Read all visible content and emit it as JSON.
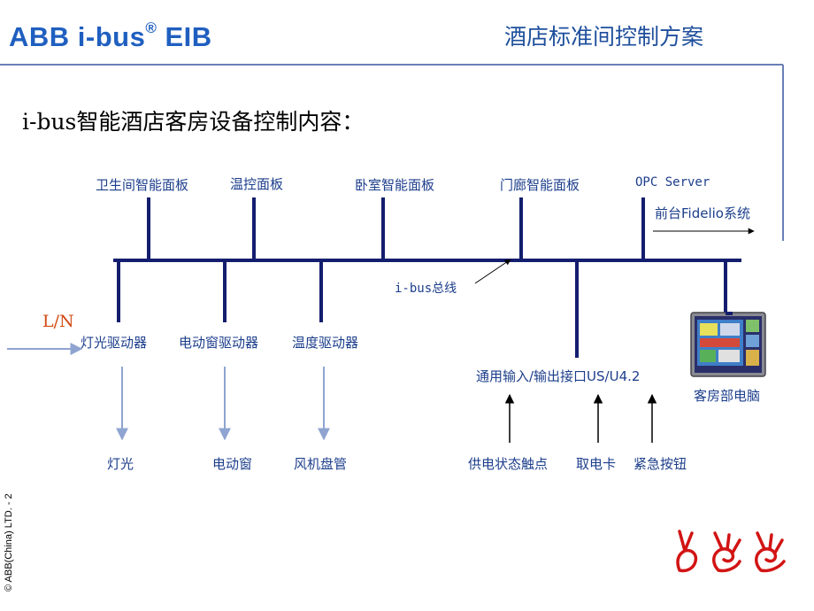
{
  "header": {
    "brand": "ABB i-bus",
    "brand_reg": "®",
    "brand_suffix": " EIB",
    "slide_title": "酒店标准间控制方案"
  },
  "main": {
    "heading": "i-bus智能酒店客房设备控制内容："
  },
  "diagram": {
    "top_devices": [
      "卫生间智能面板",
      "温控面板",
      "卧室智能面板",
      "门廊智能面板",
      "OPC Server"
    ],
    "front_desk": "前台Fidelio系统",
    "bus_label": "i-bus总线",
    "power_label": "L/N",
    "actuators": [
      "灯光驱动器",
      "电动窗驱动器",
      "温度驱动器"
    ],
    "io_interface": "通用输入/输出接口US/U4.2",
    "room_pc": "客房部电脑",
    "loads": [
      "灯光",
      "电动窗",
      "风机盘管"
    ],
    "inputs": [
      "供电状态触点",
      "取电卡",
      "紧急按钮"
    ]
  },
  "footer": {
    "copyright": "© ABB(China) LTD. - 2"
  },
  "colors": {
    "brand_blue": "#1f5fc0",
    "bus_navy": "#141e6e",
    "label_blue": "#1c3e8c",
    "arrow_light": "#8fa4d0",
    "power_orange": "#d24a14",
    "hands_red": "#d21414"
  }
}
